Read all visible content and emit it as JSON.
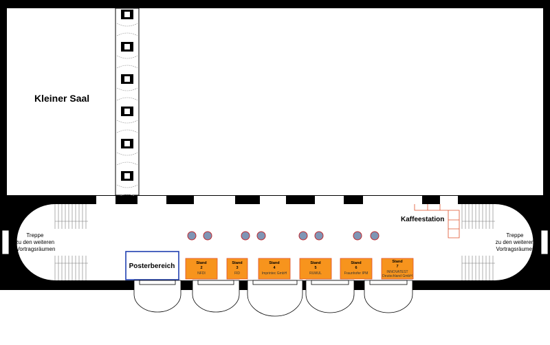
{
  "rooms": {
    "hall": "Kleiner Saal",
    "poster": "Posterbereich",
    "coffee": "Kaffeestation",
    "stairs_left": [
      "Treppe",
      "zu den weiteren",
      "Vortragsräumen"
    ],
    "stairs_right": [
      "Treppe",
      "zu den weiteren",
      "Vortragsräumen"
    ]
  },
  "stands": [
    {
      "title": "Stand",
      "number": "2",
      "name": [
        "NFDI"
      ]
    },
    {
      "title": "Stand",
      "number": "3",
      "name": [
        "FID"
      ]
    },
    {
      "title": "Stand",
      "number": "4",
      "name": [
        "Imprintec GmbH"
      ]
    },
    {
      "title": "Stand",
      "number": "5",
      "name": [
        "RUMUL"
      ]
    },
    {
      "title": "Stand",
      "number": "6",
      "name": [
        "Fraunhofer IPM"
      ]
    },
    {
      "title": "Stand",
      "number": "7",
      "name": [
        "INNOVATEST",
        "Deutschland GmbH"
      ]
    }
  ],
  "colors": {
    "stand": "#f7941d",
    "stand_border": "#e0502a",
    "poster_border": "#1f3fb0",
    "table": "#7f95b5",
    "table_border": "#c0282d"
  }
}
